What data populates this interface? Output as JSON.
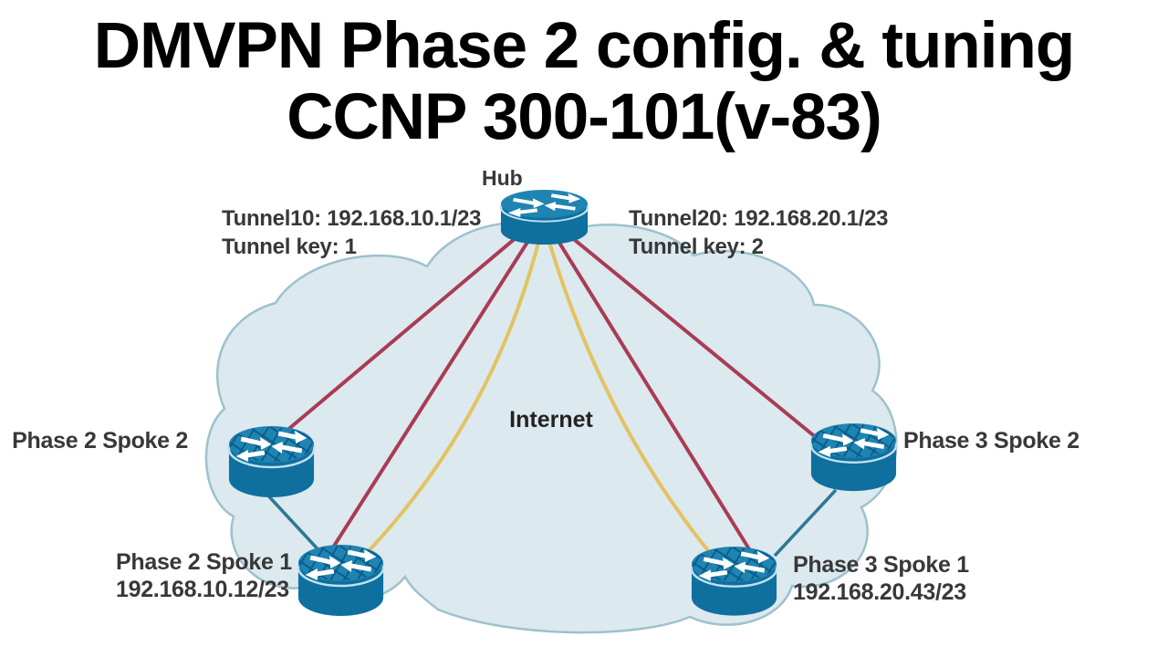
{
  "title": {
    "line1": "DMVPN Phase 2 config. & tuning",
    "line2": "CCNP 300-101(v-83)"
  },
  "diagram": {
    "internet_label": "Internet",
    "hub": {
      "label": "Hub",
      "tunnel10_line1": "Tunnel10: 192.168.10.1/23",
      "tunnel10_line2": "Tunnel key: 1",
      "tunnel20_line1": "Tunnel20: 192.168.20.1/23",
      "tunnel20_line2": "Tunnel key: 2"
    },
    "spokes": [
      {
        "label": "Phase 2 Spoke 2"
      },
      {
        "label": "Phase 3 Spoke 2"
      },
      {
        "label": "Phase 2 Spoke 1",
        "ip": "192.168.10.12/23"
      },
      {
        "label": "Phase 3 Spoke 1",
        "ip": "192.168.20.43/23"
      }
    ],
    "colors": {
      "cloud_fill": "#dce9ee",
      "cloud_stroke": "#9dc2cd",
      "router_body": "#0f6f9f",
      "router_top": "#1f84b2",
      "router_hatch": "#0a5c8c",
      "router_rim": "#bfe2ef",
      "router_arrow": "#ffffff",
      "link_red": "#a93b56",
      "link_yellow": "#e3c262",
      "link_teal": "#2f7795",
      "label_text": "#383838"
    }
  }
}
